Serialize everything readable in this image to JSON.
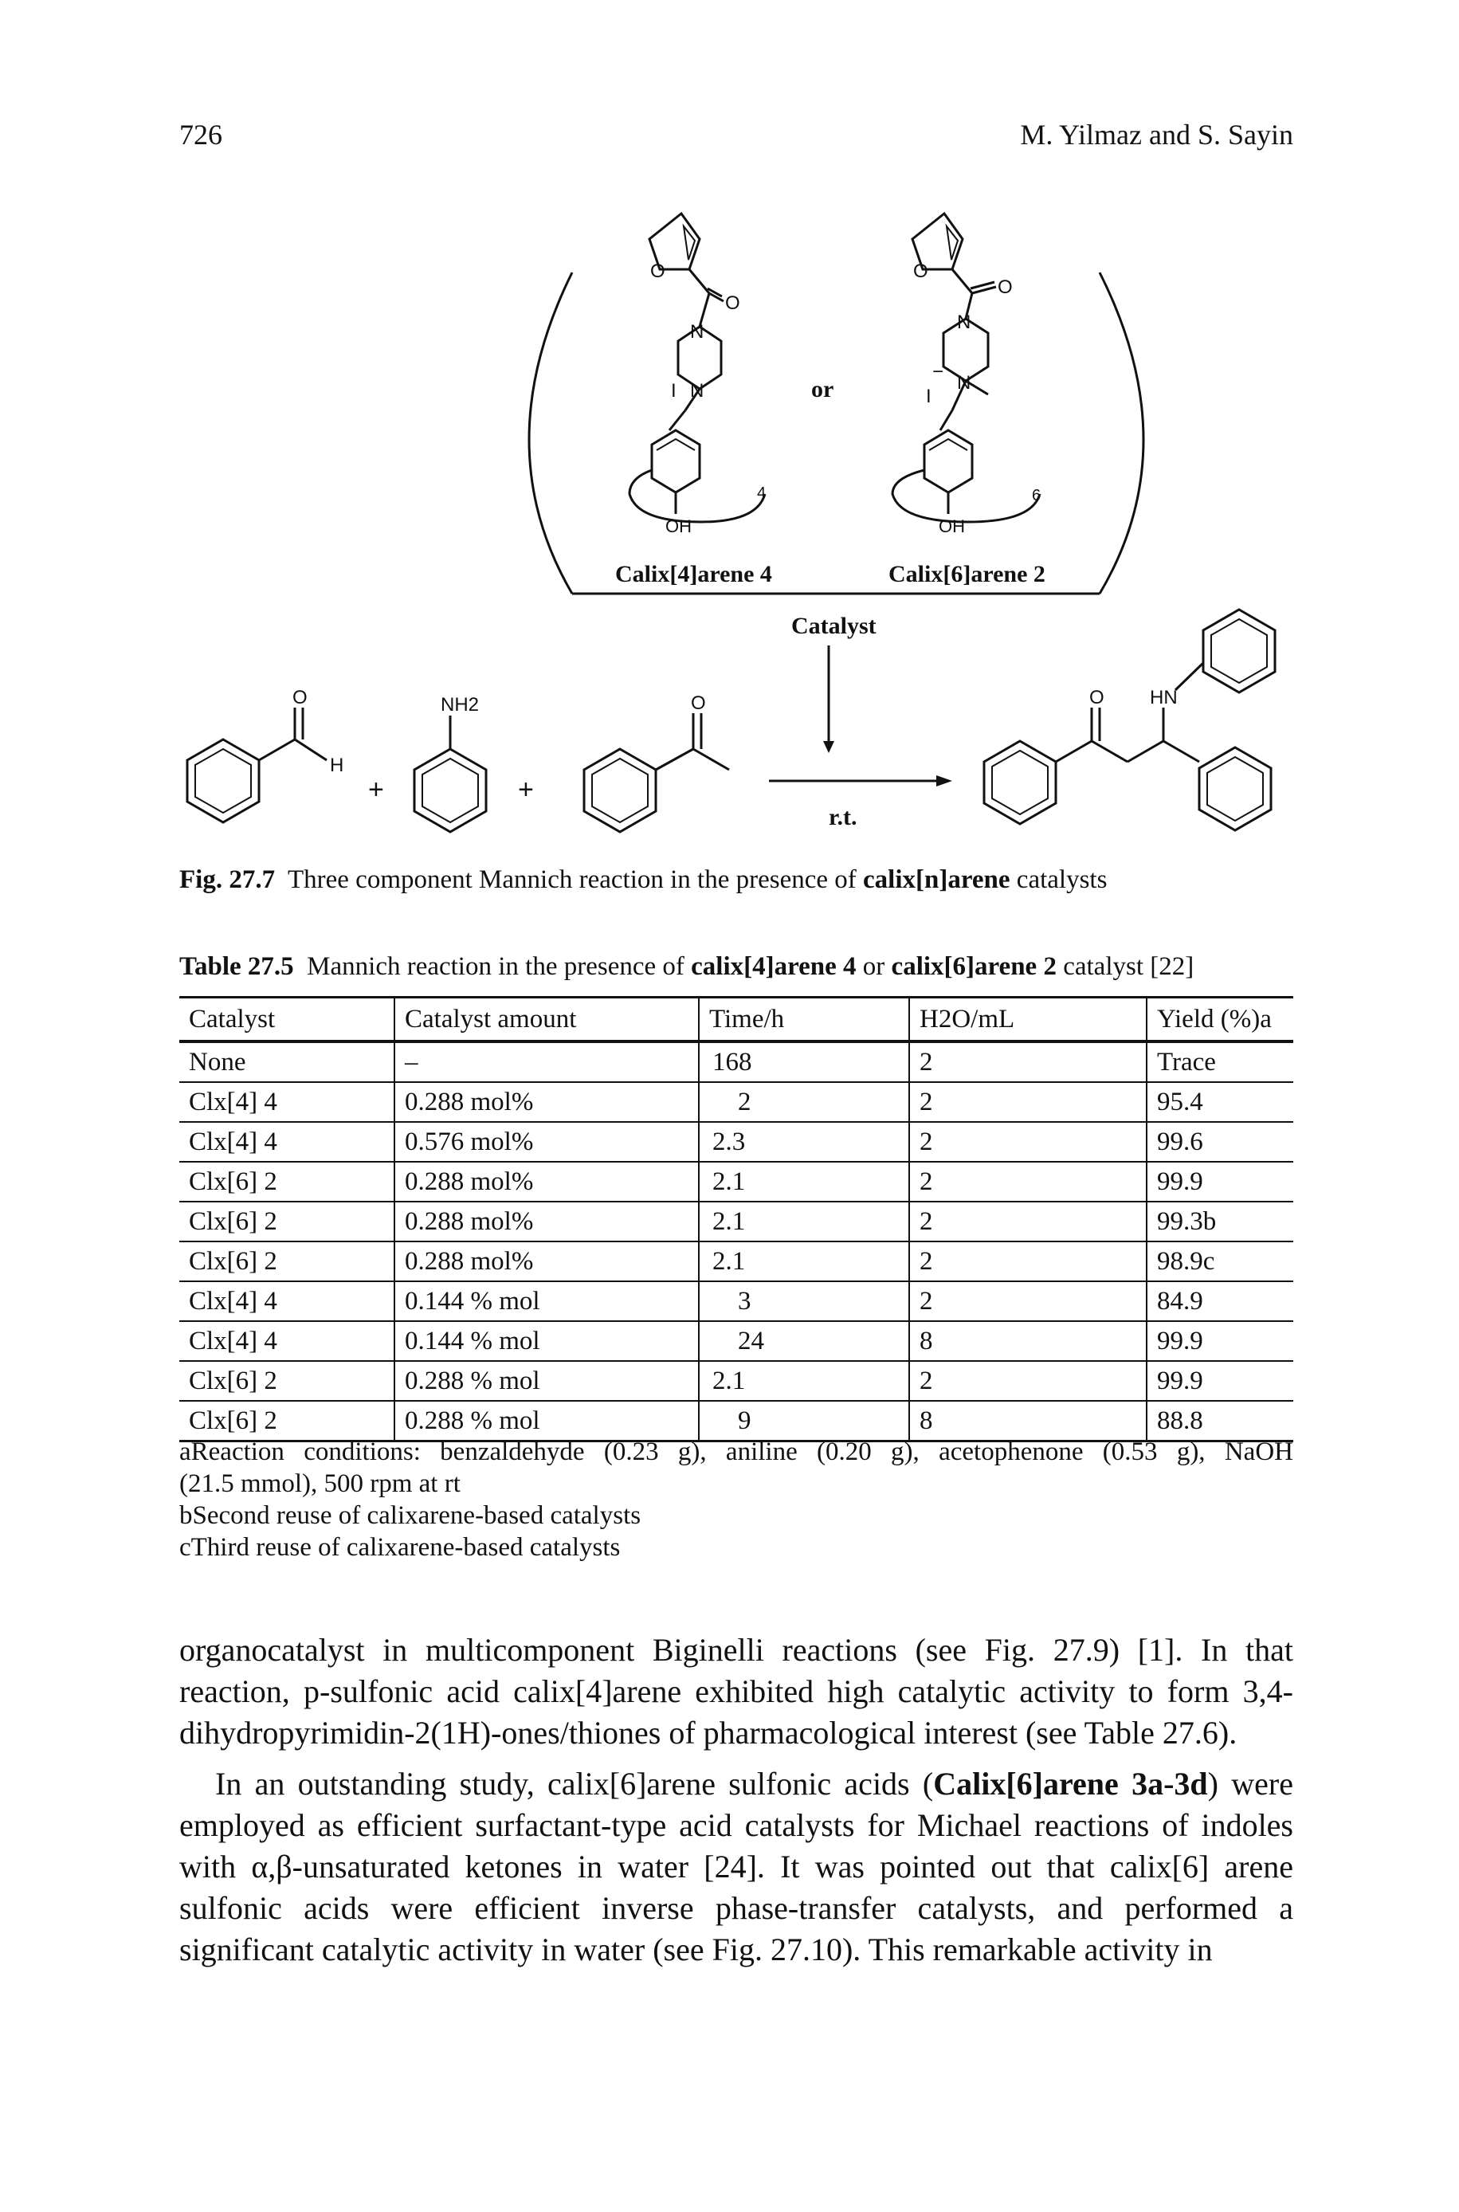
{
  "header": {
    "page_number": "726",
    "authors": "M. Yilmaz and S. Sayin"
  },
  "figure": {
    "label": "Fig. 27.7",
    "caption_pre": "Three component Mannich reaction in the presence of ",
    "caption_bold": "calix[n]arene",
    "caption_post": " catalysts",
    "scheme": {
      "cat1_name": "Calix[4]arene 4",
      "cat2_name": "Calix[6]arene 2",
      "or": "or",
      "catalyst": "Catalyst",
      "condition": "r.t.",
      "plus": "+",
      "atom_O": "O",
      "atom_N": "N",
      "atom_H": "H",
      "atom_HN": "HN",
      "atom_NH2": "NH2",
      "atom_OH": "OH",
      "atom_I": "I",
      "minus": "−",
      "n4": "4",
      "n6": "6"
    }
  },
  "table": {
    "label": "Table 27.5",
    "caption_pre": "Mannich reaction in the presence of ",
    "caption_bold1": "calix[4]arene 4",
    "caption_mid": " or ",
    "caption_bold2": "calix[6]arene 2",
    "caption_post": " catalyst [22]",
    "headers": [
      "Catalyst",
      "Catalyst amount",
      "Time/h",
      "H2O/mL",
      "Yield (%)a"
    ],
    "rows": [
      [
        "None",
        "–",
        "168",
        "2",
        "Trace"
      ],
      [
        "Clx[4] 4",
        "0.288 mol%",
        "2",
        "2",
        "95.4"
      ],
      [
        "Clx[4] 4",
        "0.576 mol%",
        "2.3",
        "2",
        "99.6"
      ],
      [
        "Clx[6] 2",
        "0.288 mol%",
        "2.1",
        "2",
        "99.9"
      ],
      [
        "Clx[6] 2",
        "0.288 mol%",
        "2.1",
        "2",
        "99.3b"
      ],
      [
        "Clx[6] 2",
        "0.288 mol%",
        "2.1",
        "2",
        "98.9c"
      ],
      [
        "Clx[4] 4",
        "0.144 % mol",
        "3",
        "2",
        "84.9"
      ],
      [
        "Clx[4] 4",
        "0.144 % mol",
        "24",
        "8",
        "99.9"
      ],
      [
        "Clx[6] 2",
        "0.288 % mol",
        "2.1",
        "2",
        "99.9"
      ],
      [
        "Clx[6] 2",
        "0.288 % mol",
        "9",
        "8",
        "88.8"
      ]
    ],
    "footnotes": {
      "a_line1": "aReaction conditions: benzaldehyde (0.23 g), aniline (0.20 g), acetophenone (0.53 g), NaOH",
      "a_line2": "(21.5 mmol), 500 rpm at rt",
      "b": "bSecond reuse of calixarene-based catalysts",
      "c": "cThird reuse of calixarene-based catalysts"
    }
  },
  "body": {
    "p1": "organocatalyst in multicomponent Biginelli reactions (see Fig. 27.9) [1]. In that reaction, p-sulfonic acid calix[4]arene exhibited high catalytic activity to form 3,4-dihydropyrimidin-2(1H)-ones/thiones of pharmacological interest (see Table 27.6).",
    "p2_pre": "In an outstanding study, calix[6]arene sulfonic acids (",
    "p2_bold": "Calix[6]arene 3a-3d",
    "p2_post": ") were employed as efficient surfactant-type acid catalysts for Michael reactions of indoles with α,β-unsaturated ketones in water [24]. It was pointed out that calix[6] arene sulfonic acids were efficient inverse phase-transfer catalysts, and performed a significant catalytic activity in water (see Fig. 27.10). This remarkable activity in"
  }
}
